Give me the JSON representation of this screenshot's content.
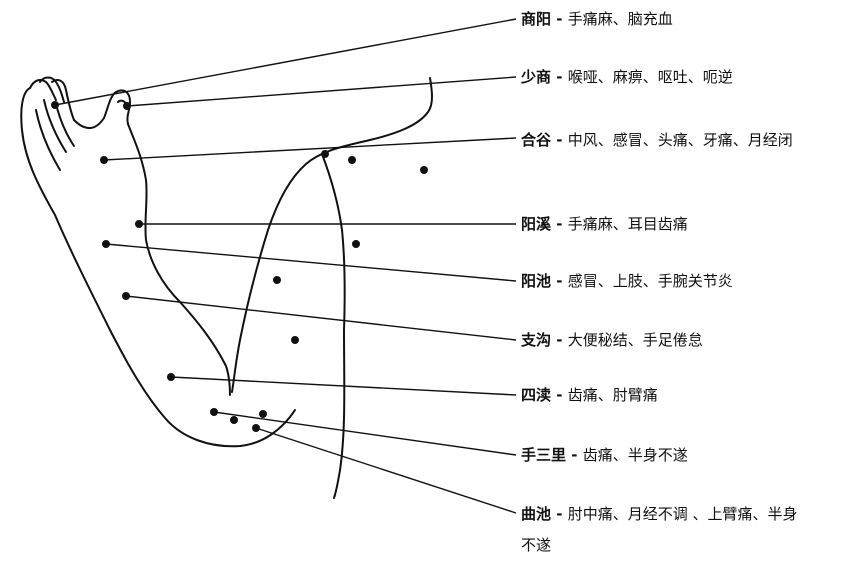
{
  "points": [
    {
      "name": "商阳",
      "desc": "手痛麻、脑充血"
    },
    {
      "name": "少商",
      "desc": "喉哑、麻痹、呕吐、呃逆"
    },
    {
      "name": "合谷",
      "desc": "中风、感冒、头痛、牙痛、月经闭"
    },
    {
      "name": "阳溪",
      "desc": "手痛麻、耳目齿痛"
    },
    {
      "name": "阳池",
      "desc": "感冒、上肢、手腕关节炎"
    },
    {
      "name": "支沟",
      "desc": "大便秘结、手足倦怠"
    },
    {
      "name": "四渎",
      "desc": "齿痛、肘臂痛"
    },
    {
      "name": "手三里",
      "desc": "齿痛、半身不遂"
    },
    {
      "name": "曲池",
      "desc": "肘中痛、月经不调 、上臂痛、半身不遂"
    }
  ],
  "separator": " - ",
  "colors": {
    "ink": "#111111",
    "background": "#ffffff"
  }
}
